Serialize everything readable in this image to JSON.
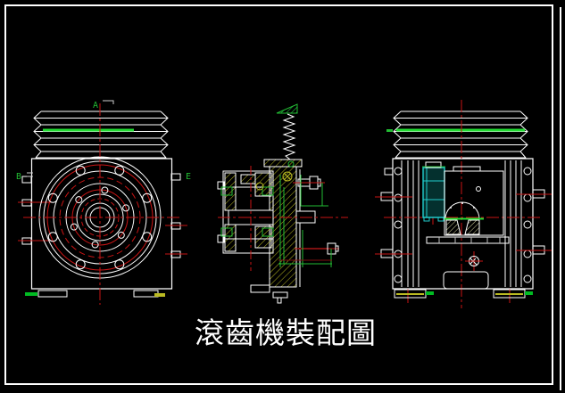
{
  "title": {
    "text": "滾齒機裝配圖"
  },
  "views": {
    "front": {
      "label_a": "A",
      "label_b": "B",
      "label_e": "E"
    },
    "section": {},
    "side": {}
  },
  "colors": {
    "background": "#000000",
    "frame": "#ffffff",
    "linework_white": "#ffffff",
    "centerline_red": "#c81414",
    "dim_red": "#7d1010",
    "green": "#22bb33",
    "bright_green": "#22dd33",
    "cyan": "#22cccc",
    "hatch_yellow": "#b8b820"
  },
  "icons": {
    "section_cut_flag": "green hatched wedge above spring"
  }
}
